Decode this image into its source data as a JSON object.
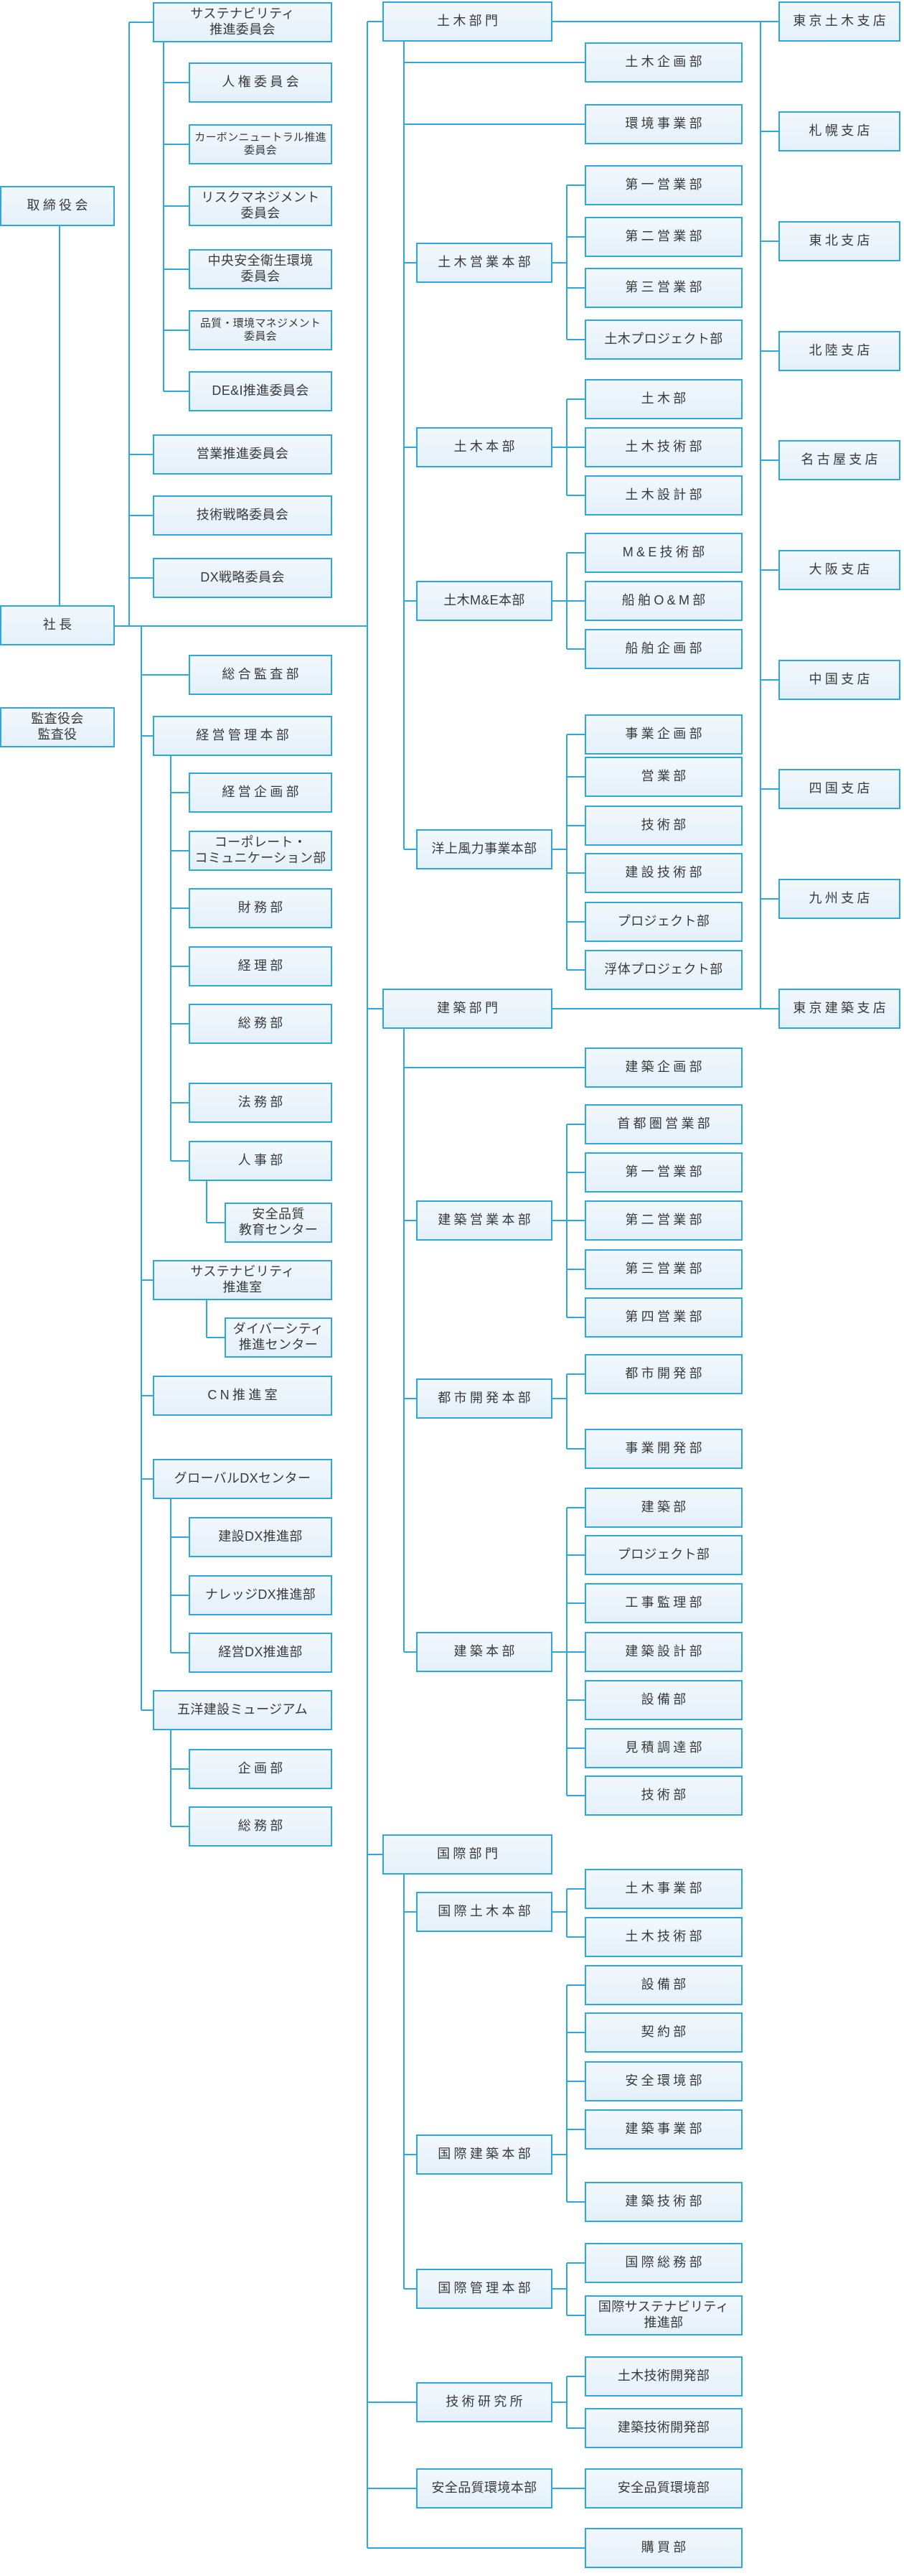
{
  "diagram": {
    "type": "organization-chart",
    "accent_color": "#2da7e0",
    "box_fill_color": "#e9f3fb",
    "text_color": "#3a3a3a",
    "nodes": {
      "board": "取締役会",
      "president": "社長",
      "audit": "監査役会\n監査役",
      "sustainabilityCommittee": "サステナビリティ\n推進委員会",
      "humanRights": "人権委員会",
      "carbonNeutral": "カーボンニュートラル推進\n委員会",
      "riskManagement": "リスクマネジメント\n委員会",
      "centralSafety": "中央安全衛生環境\n委員会",
      "qualityEnv": "品質・環境マネジメント\n委員会",
      "dei": "DE&I推進委員会",
      "salesPromotion": "営業推進委員会",
      "techStrategy": "技術戦略委員会",
      "dxStrategy": "DX戦略委員会",
      "generalAudit": "総合監査部",
      "adminHq": "経営管理本部",
      "corpPlanning": "経営企画部",
      "corpComm": "コーポレート・\nコミュニケーション部",
      "finance": "財務部",
      "accounting": "経理部",
      "generalAffairs": "総務部",
      "legal": "法務部",
      "hr": "人事部",
      "safetyEduCenter": "安全品質\n教育センター",
      "sustainabilityOffice": "サステナビリティ\n推進室",
      "diversityCenter": "ダイバーシティ\n推進センター",
      "cnOffice": "CN推進室",
      "globalDx": "グローバルDXセンター",
      "constructionDx": "建設DX推進部",
      "knowledgeDx": "ナレッジDX推進部",
      "managementDx": "経営DX推進部",
      "museum": "五洋建設ミュージアム",
      "museumPlanning": "企画部",
      "museumGeneral": "総務部",
      "civilDivision": "土木部門",
      "civilPlanning": "土木企画部",
      "envBusiness": "環境事業部",
      "civilSalesHq": "土木営業本部",
      "civilSales1": "第一営業部",
      "civilSales2": "第二営業部",
      "civilSales3": "第三営業部",
      "civilProject": "土木プロジェクト部",
      "civilHq": "土木本部",
      "civilDept": "土木部",
      "civilTech": "土木技術部",
      "civilDesign": "土木設計部",
      "civilMeHq": "土木M&E本部",
      "meTech": "M&E技術部",
      "shipOm": "船舶O&M部",
      "shipPlanning": "船舶企画部",
      "owHq": "洋上風力事業本部",
      "owBizPlanning": "事業企画部",
      "owSales": "営業部",
      "owTech": "技術部",
      "owConstTech": "建設技術部",
      "owProject": "プロジェクト部",
      "owFloatProject": "浮体プロジェクト部",
      "archDivision": "建築部門",
      "archPlanning": "建築企画部",
      "archSalesHq": "建築営業本部",
      "metroSales": "首都圏営業部",
      "archSales1": "第一営業部",
      "archSales2": "第二営業部",
      "archSales3": "第三営業部",
      "archSales4": "第四営業部",
      "urbanHq": "都市開発本部",
      "urbanDev": "都市開発部",
      "bizDev": "事業開発部",
      "archHq": "建築本部",
      "archDept": "建築部",
      "archProject": "プロジェクト部",
      "constSupervision": "工事監理部",
      "archDesign": "建築設計部",
      "archFacilities": "設備部",
      "estimation": "見積調達部",
      "archTech": "技術部",
      "intlDivision": "国際部門",
      "intlCivilHq": "国際土木本部",
      "intlCivilBiz": "土木事業部",
      "intlCivilTech": "土木技術部",
      "intlArchHq": "国際建築本部",
      "intlFacilities": "設備部",
      "contract": "契約部",
      "safetyEnv": "安全環境部",
      "intlArchBiz": "建築事業部",
      "intlArchTech": "建築技術部",
      "intlAdminHq": "国際管理本部",
      "intlGeneral": "国際総務部",
      "intlSustainability": "国際サステナビリティ\n推進部",
      "techLab": "技術研究所",
      "civilTechDev": "土木技術開発部",
      "archTechDev": "建築技術開発部",
      "safetyQualityHq": "安全品質環境本部",
      "safetyQualityDept": "安全品質環境部",
      "procurement": "購買部",
      "tokyoCivil": "東京土木支店",
      "sapporo": "札幌支店",
      "tohoku": "東北支店",
      "hokuriku": "北陸支店",
      "nagoya": "名古屋支店",
      "osaka": "大阪支店",
      "chugoku": "中国支店",
      "shikoku": "四国支店",
      "kyushu": "九州支店",
      "tokyoArch": "東京建築支店"
    },
    "edges": {
      "board": [
        "president"
      ],
      "president": [
        "sustainabilityCommittee",
        "salesPromotion",
        "techStrategy",
        "dxStrategy",
        "generalAudit",
        "adminHq",
        "sustainabilityOffice",
        "cnOffice",
        "globalDx",
        "museum",
        "civilDivision",
        "archDivision",
        "intlDivision",
        "techLab",
        "safetyQualityHq",
        "procurement"
      ],
      "sustainabilityCommittee": [
        "humanRights",
        "carbonNeutral",
        "riskManagement",
        "centralSafety",
        "qualityEnv",
        "dei"
      ],
      "adminHq": [
        "corpPlanning",
        "corpComm",
        "finance",
        "accounting",
        "generalAffairs",
        "legal",
        "hr"
      ],
      "hr": [
        "safetyEduCenter"
      ],
      "sustainabilityOffice": [
        "diversityCenter"
      ],
      "globalDx": [
        "constructionDx",
        "knowledgeDx",
        "managementDx"
      ],
      "museum": [
        "museumPlanning",
        "museumGeneral"
      ],
      "civilDivision": [
        "civilPlanning",
        "envBusiness",
        "civilSalesHq",
        "civilHq",
        "civilMeHq",
        "owHq",
        "tokyoCivil",
        "sapporo",
        "tohoku",
        "hokuriku",
        "nagoya",
        "osaka",
        "chugoku",
        "shikoku",
        "kyushu"
      ],
      "civilSalesHq": [
        "civilSales1",
        "civilSales2",
        "civilSales3",
        "civilProject"
      ],
      "civilHq": [
        "civilDept",
        "civilTech",
        "civilDesign"
      ],
      "civilMeHq": [
        "meTech",
        "shipOm",
        "shipPlanning"
      ],
      "owHq": [
        "owBizPlanning",
        "owSales",
        "owTech",
        "owConstTech",
        "owProject",
        "owFloatProject"
      ],
      "archDivision": [
        "archPlanning",
        "archSalesHq",
        "urbanHq",
        "archHq",
        "tokyoArch"
      ],
      "archSalesHq": [
        "metroSales",
        "archSales1",
        "archSales2",
        "archSales3",
        "archSales4"
      ],
      "urbanHq": [
        "urbanDev",
        "bizDev"
      ],
      "archHq": [
        "archDept",
        "archProject",
        "constSupervision",
        "archDesign",
        "archFacilities",
        "estimation",
        "archTech"
      ],
      "intlDivision": [
        "intlCivilHq",
        "intlArchHq",
        "intlAdminHq"
      ],
      "intlCivilHq": [
        "intlCivilBiz",
        "intlCivilTech"
      ],
      "intlArchHq": [
        "intlFacilities",
        "contract",
        "safetyEnv",
        "intlArchBiz",
        "intlArchTech"
      ],
      "intlAdminHq": [
        "intlGeneral",
        "intlSustainability"
      ],
      "techLab": [
        "civilTechDev",
        "archTechDev"
      ],
      "safetyQualityHq": [
        "safetyQualityDept"
      ]
    }
  }
}
